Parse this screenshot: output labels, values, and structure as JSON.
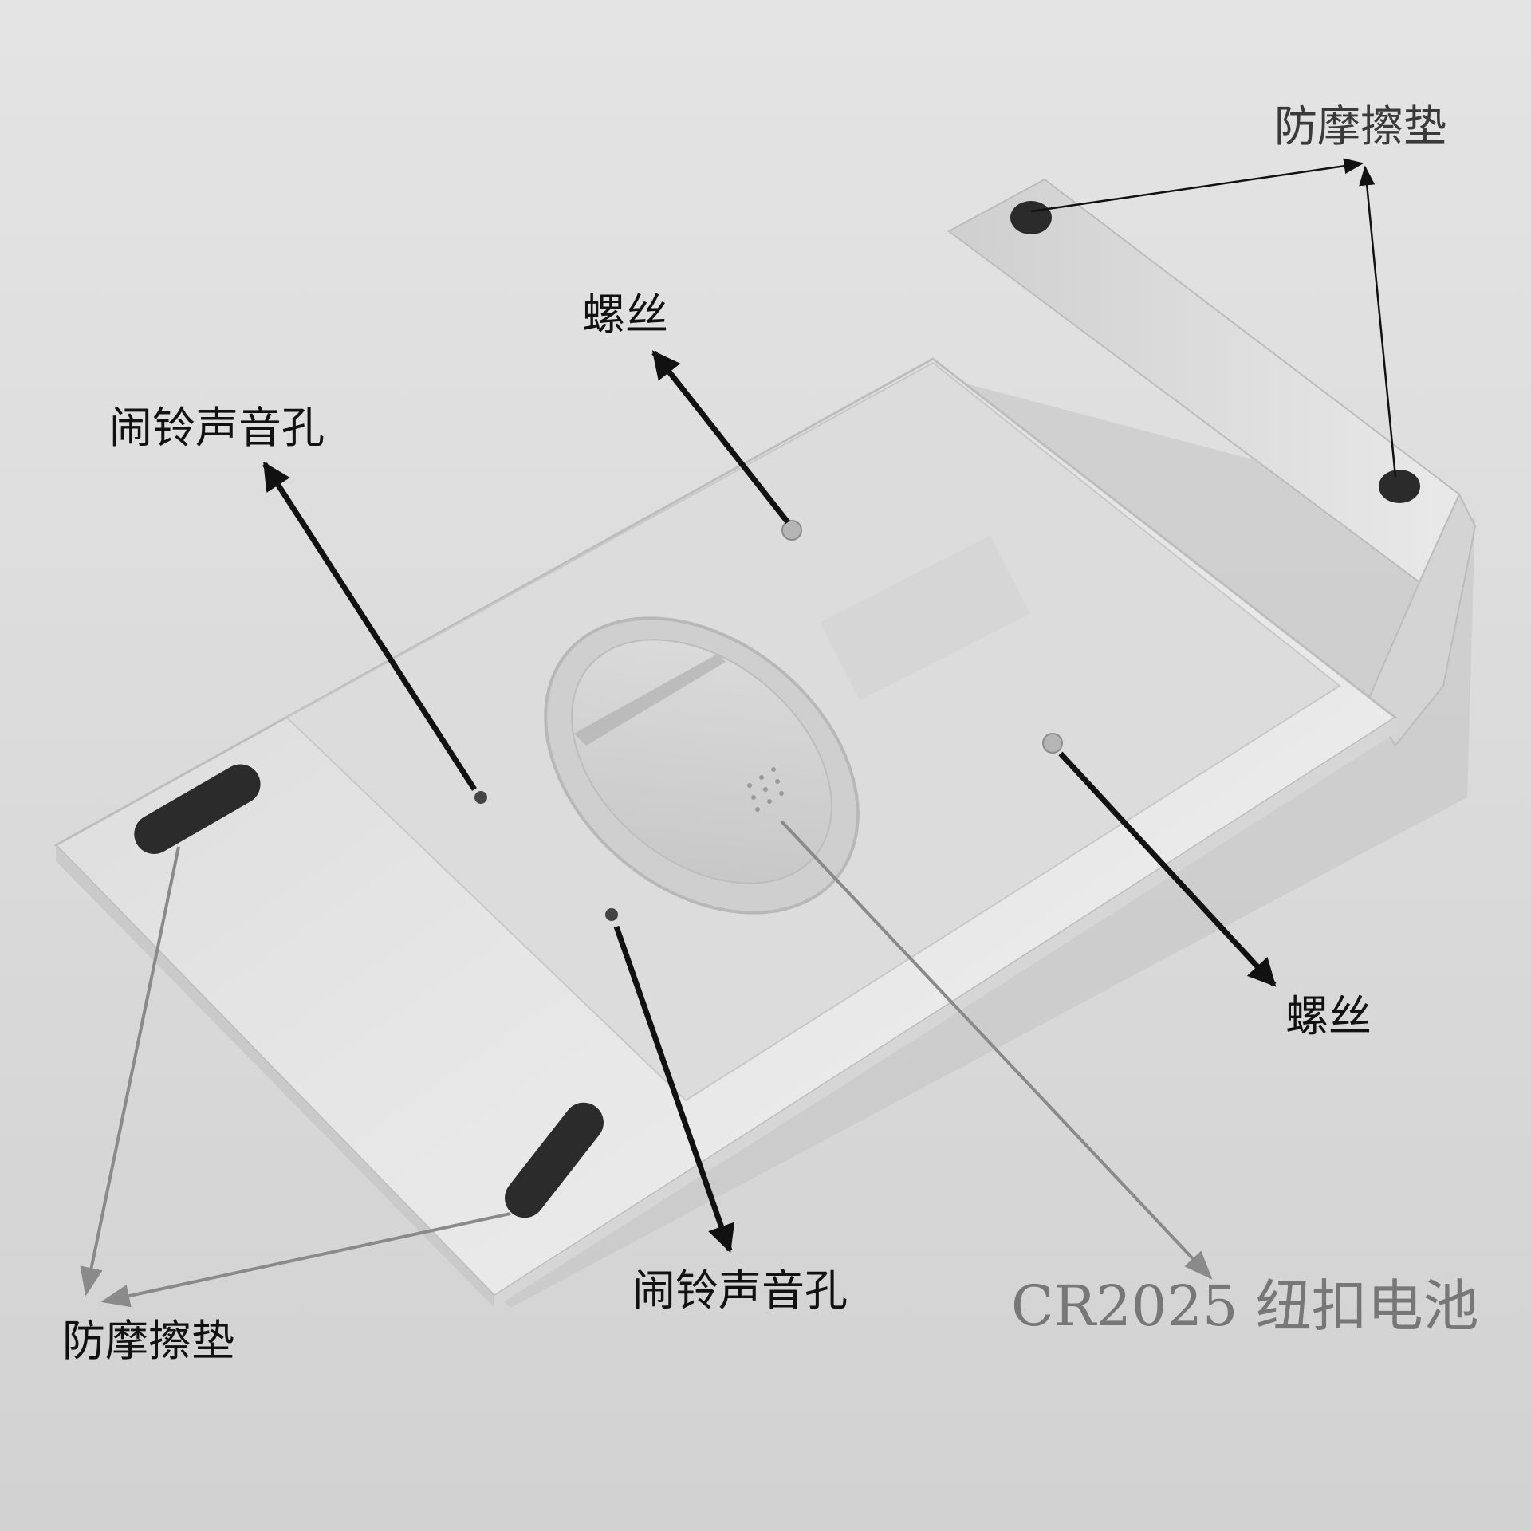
{
  "labels": {
    "pad_top_right": "防摩擦垫",
    "screw_top": "螺丝",
    "alarm_hole_upper": "闹铃声音孔",
    "screw_right": "螺丝",
    "alarm_hole_lower": "闹铃声音孔",
    "battery": "CR2025 纽扣电池",
    "pad_bottom_left": "防摩擦垫"
  },
  "colors": {
    "background": "#dcdcdc",
    "plate": "#ececec",
    "pad": "#2b2b2b",
    "arrow_black": "#111111",
    "arrow_grey": "#8a8a8a",
    "battery_text": "#777777"
  }
}
